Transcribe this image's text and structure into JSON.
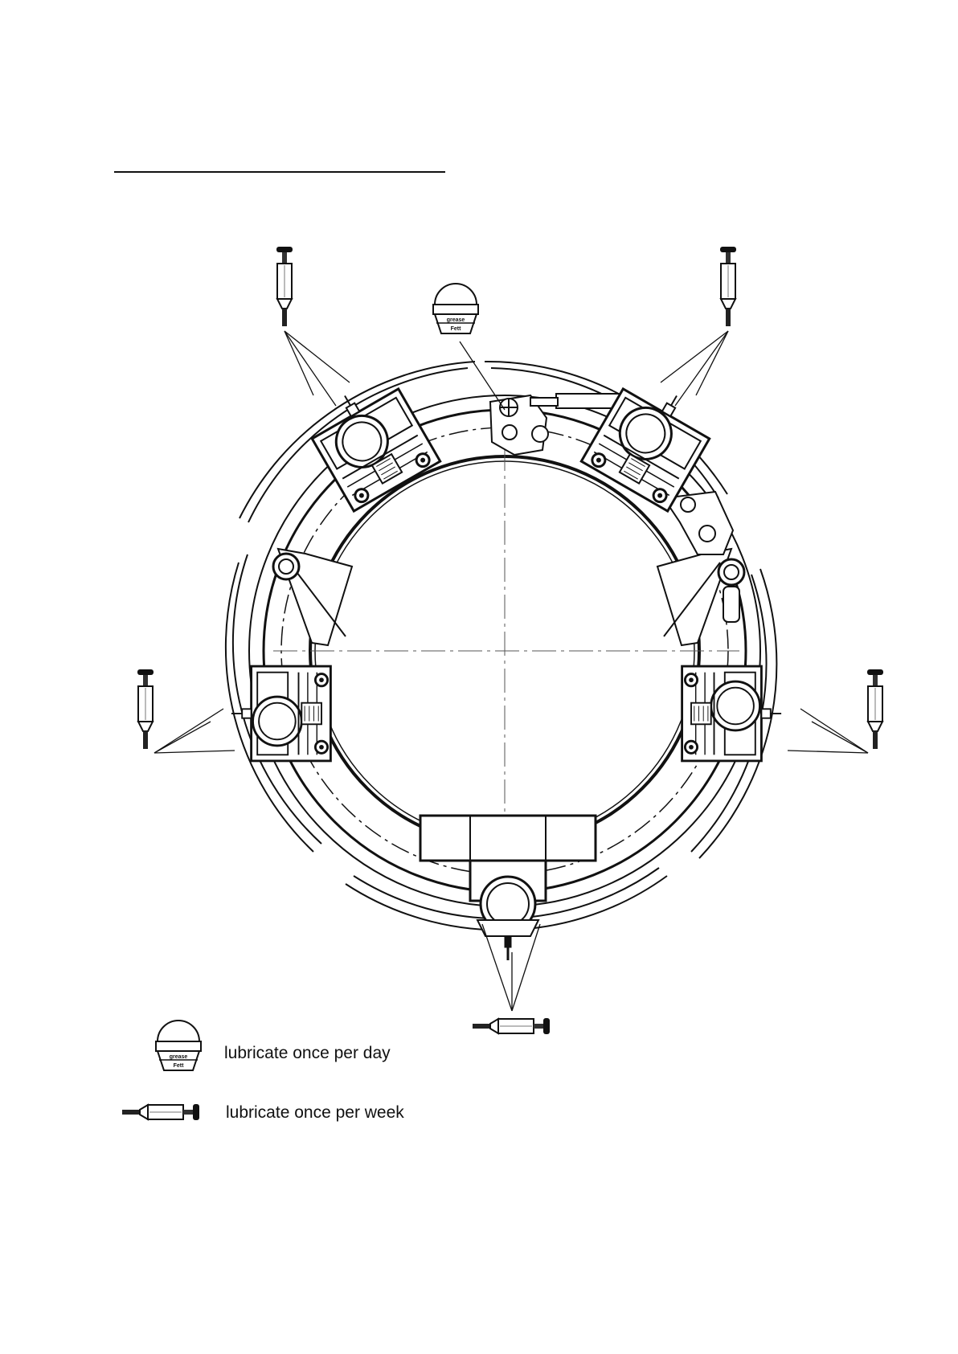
{
  "legend": {
    "daily": {
      "icon": "grease-pot-icon",
      "icon_text_top": "grease",
      "icon_text_bottom": "Fett",
      "label": "lubricate once per day"
    },
    "weekly": {
      "icon": "grease-gun-icon",
      "label": "lubricate once per week"
    }
  }
}
